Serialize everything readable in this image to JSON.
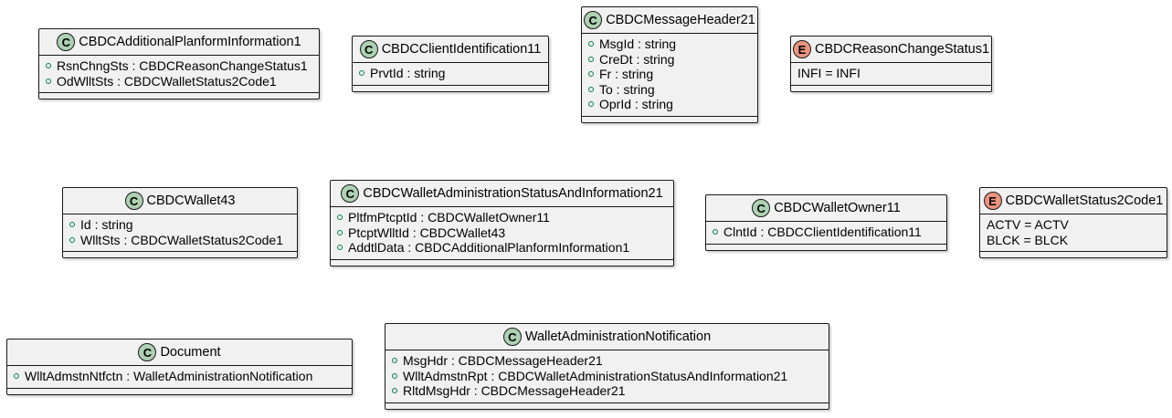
{
  "colors": {
    "box_fill": "#f1f1f1",
    "border": "#181818",
    "class_badge": "#add1b2",
    "enum_badge": "#eb937f",
    "public_visibility": "#038048"
  },
  "boxes": [
    {
      "id": "cbdc-additional-planform-information1",
      "kind": "class",
      "badge": "C",
      "icon": "class-icon",
      "name": "CBDCAdditionalPlanformInformation1",
      "rows": [
        "RsnChngSts : CBDCReasonChangeStatus1",
        "OdWlltSts : CBDCWalletStatus2Code1"
      ]
    },
    {
      "id": "cbdc-client-identification11",
      "kind": "class",
      "badge": "C",
      "icon": "class-icon",
      "name": "CBDCClientIdentification11",
      "rows": [
        "PrvtId : string"
      ]
    },
    {
      "id": "cbdc-message-header21",
      "kind": "class",
      "badge": "C",
      "icon": "class-icon",
      "name": "CBDCMessageHeader21",
      "rows": [
        "MsgId : string",
        "CreDt : string",
        "Fr : string",
        "To : string",
        "OprId : string"
      ]
    },
    {
      "id": "cbdc-reason-change-status1",
      "kind": "enum",
      "badge": "E",
      "icon": "enum-icon",
      "name": "CBDCReasonChangeStatus1",
      "rows": [
        "INFI = INFI"
      ]
    },
    {
      "id": "cbdc-wallet43",
      "kind": "class",
      "badge": "C",
      "icon": "class-icon",
      "name": "CBDCWallet43",
      "rows": [
        "Id : string",
        "WlltSts : CBDCWalletStatus2Code1"
      ]
    },
    {
      "id": "cbdc-wallet-administration-status-and-information21",
      "kind": "class",
      "badge": "C",
      "icon": "class-icon",
      "name": "CBDCWalletAdministrationStatusAndInformation21",
      "rows": [
        "PltfmPtcptId : CBDCWalletOwner11",
        "PtcptWlltId : CBDCWallet43",
        "AddtlData : CBDCAdditionalPlanformInformation1"
      ]
    },
    {
      "id": "cbdc-wallet-owner11",
      "kind": "class",
      "badge": "C",
      "icon": "class-icon",
      "name": "CBDCWalletOwner11",
      "rows": [
        "ClntId : CBDCClientIdentification11"
      ]
    },
    {
      "id": "cbdc-wallet-status2-code1",
      "kind": "enum",
      "badge": "E",
      "icon": "enum-icon",
      "name": "CBDCWalletStatus2Code1",
      "rows": [
        "ACTV = ACTV",
        "BLCK = BLCK"
      ]
    },
    {
      "id": "document",
      "kind": "class",
      "badge": "C",
      "icon": "class-icon",
      "name": "Document",
      "rows": [
        "WlltAdmstnNtfctn : WalletAdministrationNotification"
      ]
    },
    {
      "id": "wallet-administration-notification",
      "kind": "class",
      "badge": "C",
      "icon": "class-icon",
      "name": "WalletAdministrationNotification",
      "rows": [
        "MsgHdr : CBDCMessageHeader21",
        "WlltAdmstnRpt : CBDCWalletAdministrationStatusAndInformation21",
        "RltdMsgHdr : CBDCMessageHeader21"
      ]
    }
  ]
}
